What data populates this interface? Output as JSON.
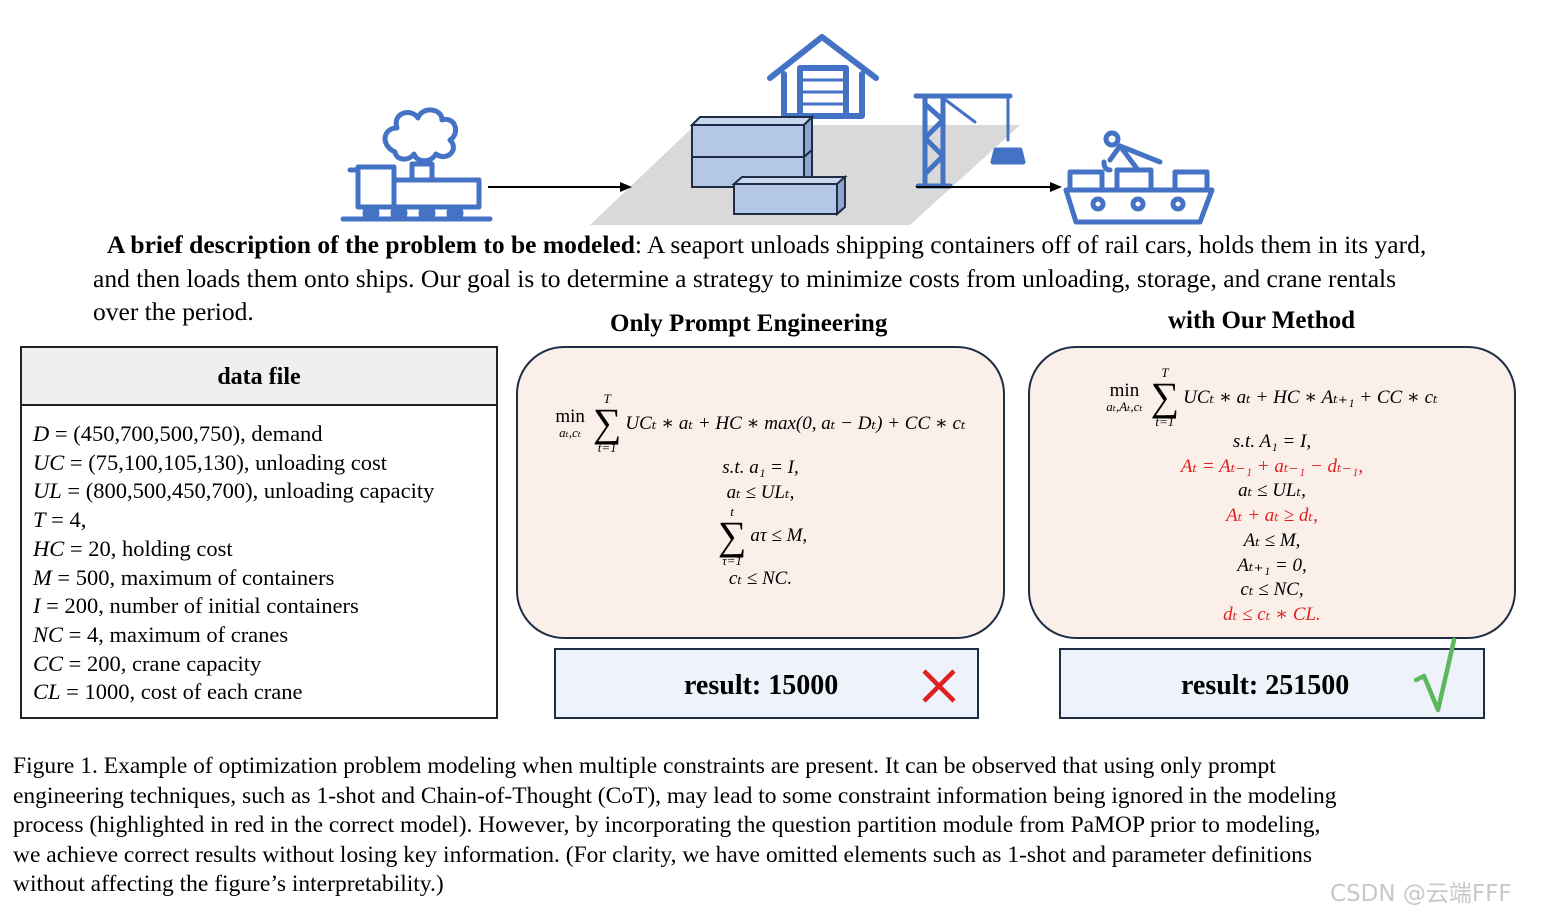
{
  "description": {
    "lead": "A brief description of the problem to be modeled",
    "line1_rest": ": A seaport unloads shipping containers off of rail cars, holds them in its yard,",
    "line2": "and then loads them onto ships. Our goal is to determine a strategy to minimize costs from unloading, storage, and crane rentals",
    "line3": "over the period."
  },
  "headings": {
    "prompt_only": "Only Prompt Engineering",
    "ours": "with Our Method"
  },
  "data_file": {
    "title": "data file",
    "lines": [
      {
        "sym": "D",
        "val": "(450,700,500,750)",
        "desc": ", demand"
      },
      {
        "sym": "UC",
        "val": "(75,100,105,130)",
        "desc": ", unloading cost"
      },
      {
        "sym": "UL",
        "val": "(800,500,450,700)",
        "desc": ", unloading capacity"
      },
      {
        "sym": "T",
        "val": "4",
        "desc": ","
      },
      {
        "sym": "HC",
        "val": "20",
        "desc": ", holding cost"
      },
      {
        "sym": "M",
        "val": "500",
        "desc": ", maximum of containers"
      },
      {
        "sym": "I",
        "val": "200",
        "desc": ", number of initial containers"
      },
      {
        "sym": "NC",
        "val": "4",
        "desc": ", maximum of cranes"
      },
      {
        "sym": "CC",
        "val": "200",
        "desc": ", crane capacity"
      },
      {
        "sym": "CL",
        "val": "1000",
        "desc": ", cost of each crane"
      }
    ]
  },
  "left_model": {
    "min": "min",
    "min_sub": "aₜ,cₜ",
    "sum_top": "T",
    "sum_bottom": "t=1",
    "objective": "UCₜ ∗ aₜ + HC ∗ max(0, aₜ − Dₜ) + CC ∗ cₜ",
    "c1": "s.t. a₁ = I,",
    "c2": "aₜ ≤ ULₜ,",
    "c3_top": "t",
    "c3_bottom": "τ=1",
    "c3": "aτ ≤ M,",
    "c4": "cₜ ≤ NC."
  },
  "right_model": {
    "min": "min",
    "min_sub": "aₜ,Aₜ,cₜ",
    "sum_top": "T",
    "sum_bottom": "t=1",
    "objective": "UCₜ ∗ aₜ + HC ∗ Aₜ₊₁ + CC ∗ cₜ",
    "constraints": [
      {
        "text": "s.t. A₁ = I,",
        "red": false
      },
      {
        "text": "Aₜ = Aₜ₋₁ + aₜ₋₁ − dₜ₋₁,",
        "red": true
      },
      {
        "text": "aₜ ≤ ULₜ,",
        "red": false
      },
      {
        "text": "Aₜ + aₜ ≥ dₜ,",
        "red": true
      },
      {
        "text": "Aₜ ≤ M,",
        "red": false
      },
      {
        "text": "Aₜ₊₁ = 0,",
        "red": false
      },
      {
        "text": "cₜ ≤ NC,",
        "red": false
      },
      {
        "text": "dₜ ≤ cₜ ∗ CL.",
        "red": true
      }
    ]
  },
  "results": {
    "left": "result: 15000",
    "right": "result: 251500"
  },
  "colors": {
    "icon_blue": "#4472c4",
    "container_fill": "#b4c7e7",
    "panel_fill": "#fbf0e9",
    "result_fill": "#eef3fb",
    "wrong_red": "#e02020",
    "check_green": "#5cb85c",
    "highlight_red": "#e02020"
  },
  "caption": {
    "lines": [
      "Figure 1.  Example of optimization problem modeling when multiple constraints are present.  It can be observed that using only prompt",
      "engineering techniques, such as 1-shot and Chain-of-Thought (CoT), may lead to some constraint information being ignored in the modeling",
      "process (highlighted in red in the correct model). However, by incorporating the question partition module from PaMOP prior to modeling,",
      "we achieve correct results without losing key information.  (For clarity, we have omitted elements such as 1-shot and parameter definitions",
      "without affecting the figure’s interpretability.)"
    ]
  },
  "watermark": "CSDN @云端FFF"
}
